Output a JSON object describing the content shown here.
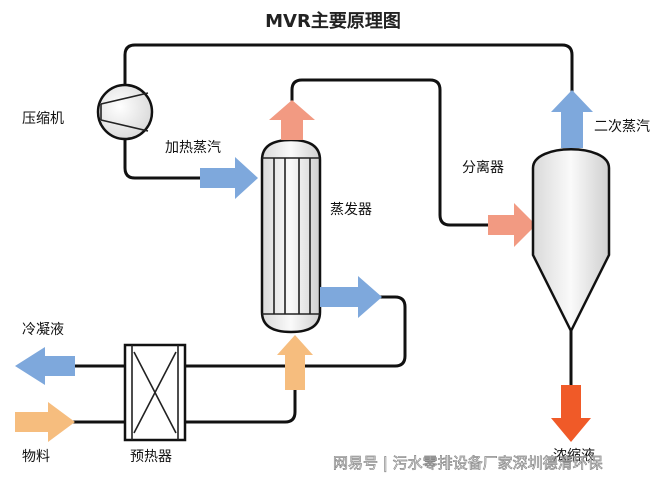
{
  "title": "MVR主要原理图",
  "labels": {
    "compressor": "压缩机",
    "heating_steam": "加热蒸汽",
    "evaporator": "蒸发器",
    "separator": "分离器",
    "secondary_steam": "二次蒸汽",
    "condensate": "冷凝液",
    "feed": "物料",
    "preheater": "预热器",
    "concentrate": "浓缩液"
  },
  "watermark": "网易号 | 污水零排设备厂家深圳德清环保",
  "colors": {
    "steam_blue": "#7ea8dc",
    "vapor_salmon": "#f29a82",
    "feed_orange": "#f6bd7e",
    "concentrate_red": "#f05a28"
  }
}
